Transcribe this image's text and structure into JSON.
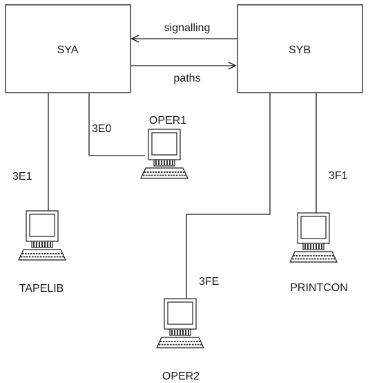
{
  "systems": {
    "sya": "SYA",
    "syb": "SYB"
  },
  "links": {
    "signalling": "signalling",
    "paths": "paths"
  },
  "devices": {
    "oper1": "OPER1",
    "tapelib": "TAPELIB",
    "oper2": "OPER2",
    "printcon": "PRINTCON"
  },
  "addresses": {
    "oper1": "3E0",
    "tapelib": "3E1",
    "oper2": "3FE",
    "printcon": "3F1"
  },
  "icons": {
    "terminal": "computer-terminal-icon"
  },
  "colors": {
    "line": "#1a1a1a",
    "background": "#ffffff"
  }
}
